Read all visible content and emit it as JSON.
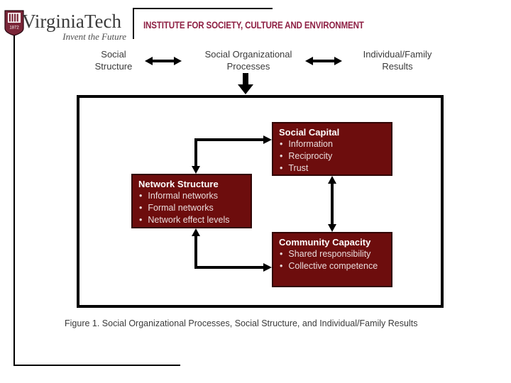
{
  "header": {
    "logo": {
      "wordmark": "VirginiaTech",
      "tagline": "Invent the Future",
      "shield_year": "1872"
    },
    "institute": "INSTITUTE FOR SOCIETY, CULTURE AND ENVIRONMENT"
  },
  "flow": {
    "nodes": [
      {
        "label_lines": [
          "Social",
          "Structure"
        ]
      },
      {
        "label_lines": [
          "Social Organizational",
          "Processes"
        ]
      },
      {
        "label_lines": [
          "Individual/Family",
          "Results"
        ]
      }
    ]
  },
  "diagram": {
    "boxes": [
      {
        "id": "social-capital",
        "title": "Social Capital",
        "bullets": [
          "Information",
          "Reciprocity",
          "Trust"
        ]
      },
      {
        "id": "network-structure",
        "title": "Network Structure",
        "bullets": [
          "Informal networks",
          "Formal networks",
          "Network effect levels"
        ]
      },
      {
        "id": "community-capacity",
        "title": "Community Capacity",
        "bullets": [
          "Shared responsibility",
          "Collective competence"
        ]
      }
    ],
    "connectors": [
      "network-structure <-> social-capital",
      "social-capital <-> community-capacity",
      "network-structure <-> community-capacity",
      "social-organizational-processes -> diagram"
    ]
  },
  "caption": "Figure 1. Social Organizational Processes, Social Structure, and Individual/Family Results",
  "colors": {
    "box_fill": "#6D0D0D",
    "box_border": "#300505",
    "box_title_text": "#FFFFFF",
    "box_bullet_text": "#EADCDC",
    "institute_text": "#8E2044",
    "shield_fill": "#7A2638",
    "body_text": "#3A3A3A",
    "lines_and_arrows": "#000000"
  }
}
